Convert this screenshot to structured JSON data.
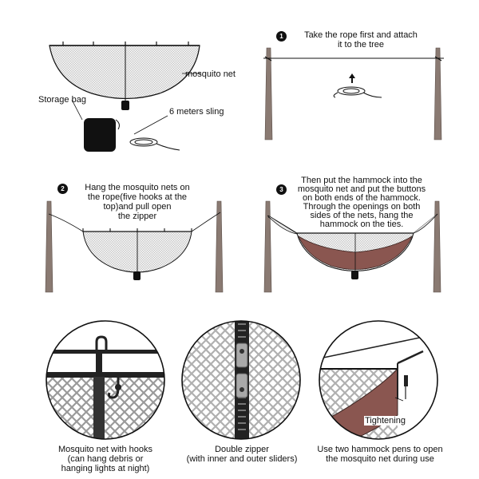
{
  "labels": {
    "mosquito_net": "mosquito net",
    "storage_bag": "Storage bag",
    "sling": "6 meters sling",
    "tightening": "Tightening"
  },
  "steps": [
    {
      "num": "1",
      "lines": [
        "Take the rope first and attach",
        "it to the tree"
      ]
    },
    {
      "num": "2",
      "lines": [
        "Hang the mosquito nets on",
        "the rope(five hooks at the",
        "top)and pull open",
        "the zipper"
      ]
    },
    {
      "num": "3",
      "lines": [
        "Then put the hammock into the",
        "mosquito net and put the buttons",
        "on both ends of the hammock.",
        "Through the openings on both",
        "sides of the nets, hang the",
        "hammock on the ties."
      ]
    }
  ],
  "captions": [
    {
      "lines": [
        "Mosquito net with hooks",
        "(can hang debris or",
        "hanging lights at night)"
      ]
    },
    {
      "lines": [
        "Double zipper",
        "(with inner and outer sliders)"
      ]
    },
    {
      "lines": [
        "Use two hammock pens to open",
        "the mosquito net during use"
      ]
    }
  ],
  "colors": {
    "tree": "#8a7a72",
    "hammock": "#8a5650",
    "net_mesh": "#bdbdbd",
    "line": "#111111"
  }
}
